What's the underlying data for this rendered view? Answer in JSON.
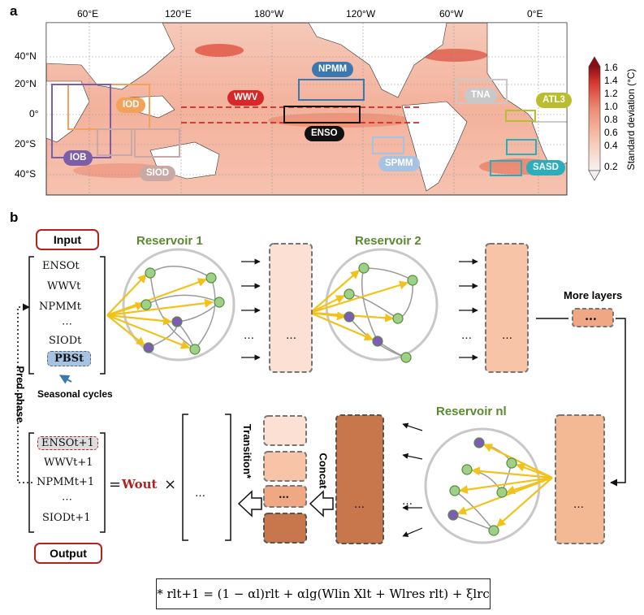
{
  "panel_a": {
    "letter": "a",
    "lon_ticks": [
      "60°E",
      "120°E",
      "180°W",
      "120°W",
      "60°W",
      "0°E"
    ],
    "lat_ticks": [
      "40°N",
      "20°N",
      "0°",
      "20°S",
      "40°S"
    ],
    "colorbar": {
      "label": "Standard deviation (°C)",
      "ticks": [
        "1.6",
        "1.4",
        "1.2",
        "1.0",
        "0.8",
        "0.6",
        "0.4",
        "0.2"
      ]
    },
    "regions": {
      "npmm": "NPMM",
      "wwv": "WWV",
      "enso": "ENSO",
      "tna": "TNA",
      "atl3": "ATL3",
      "iod": "IOD",
      "iob": "IOB",
      "siod": "SIOD",
      "spmm": "SPMM",
      "sasd": "SASD"
    },
    "colors": {
      "npmm": "#3b78b0",
      "wwv": "#d62828",
      "enso": "#111111",
      "tna": "#c8c8c8",
      "atl3": "#b9bd2e",
      "iod": "#f4a259",
      "iob": "#7a5ea8",
      "siod": "#c9a9a6",
      "spmm": "#a7c3e2",
      "sasd": "#2aaebd"
    }
  },
  "panel_b": {
    "letter": "b",
    "input_label": "Input",
    "output_label": "Output",
    "reservoir1": "Reservoir 1",
    "reservoir2": "Reservoir 2",
    "reservoir_nl": "Reservoir nl",
    "more_layers": "More layers",
    "seasonal_cycles": "Seasonal cycles",
    "pred_phase": "Pred phase",
    "transition": "Transition*",
    "concat": "Concat",
    "dots": "…",
    "w_out": "Wout",
    "times": "×",
    "equals": "=",
    "input_vars": [
      "ENSOt",
      "WWVt",
      "NPMMt",
      "⋯",
      "SIODt",
      "PBSt"
    ],
    "output_vars": [
      "ENSOt+1",
      "WWVt+1",
      "NPMMt+1",
      "⋯",
      "SIODt+1"
    ],
    "formula": "* rlt+1 = (1 − αl)rlt + αlg(Wlin Xlt + Wlres rlt) + ξlrc"
  }
}
